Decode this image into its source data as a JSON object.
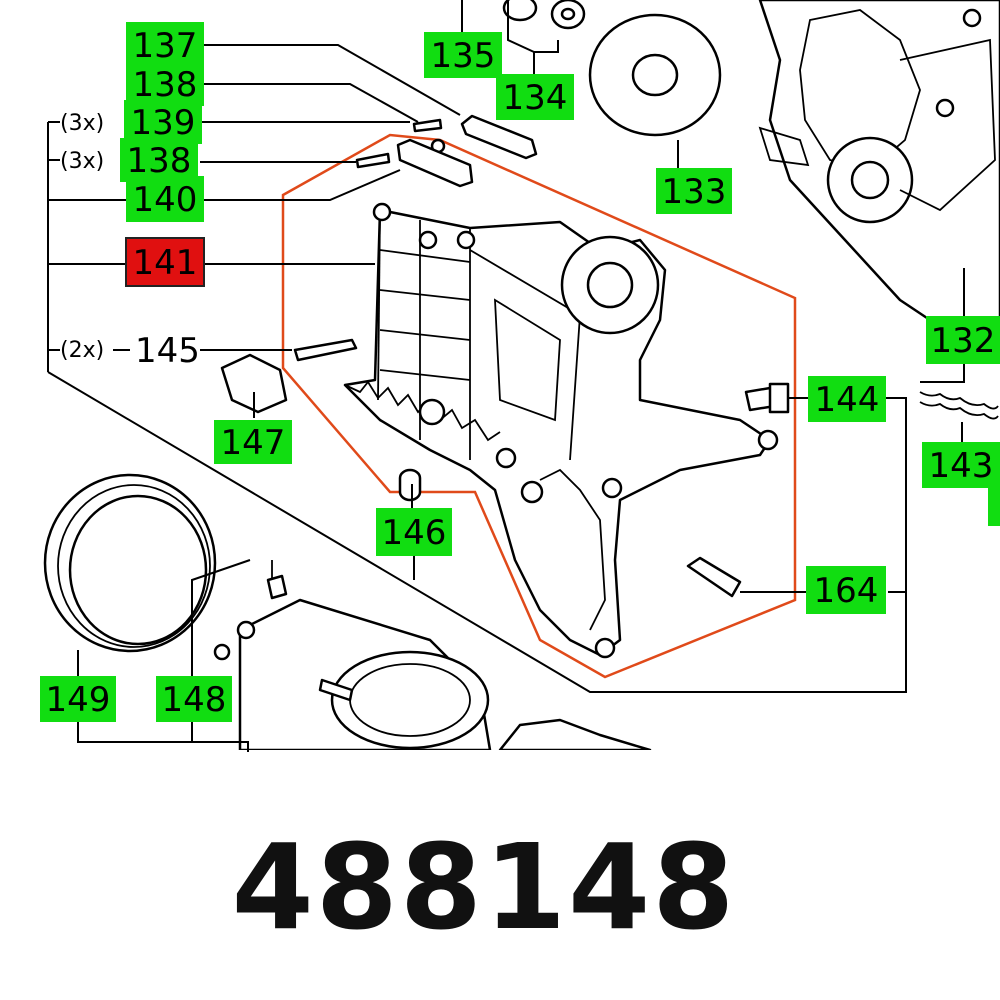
{
  "callouts": [
    {
      "id": "137",
      "text": "137",
      "highlight": "green"
    },
    {
      "id": "138a",
      "text": "138",
      "highlight": "green"
    },
    {
      "id": "139",
      "text": "139",
      "highlight": "green"
    },
    {
      "id": "138b",
      "text": "138",
      "highlight": "green"
    },
    {
      "id": "140",
      "text": "140",
      "highlight": "green"
    },
    {
      "id": "141",
      "text": "141",
      "highlight": "red"
    },
    {
      "id": "145",
      "text": "145",
      "highlight": "none"
    },
    {
      "id": "147",
      "text": "147",
      "highlight": "green"
    },
    {
      "id": "135",
      "text": "135",
      "highlight": "green"
    },
    {
      "id": "134",
      "text": "134",
      "highlight": "green"
    },
    {
      "id": "133",
      "text": "133",
      "highlight": "green"
    },
    {
      "id": "132",
      "text": "132",
      "highlight": "green"
    },
    {
      "id": "144",
      "text": "144",
      "highlight": "green"
    },
    {
      "id": "143",
      "text": "143",
      "highlight": "green"
    },
    {
      "id": "146",
      "text": "146",
      "highlight": "green"
    },
    {
      "id": "164",
      "text": "164",
      "highlight": "green"
    },
    {
      "id": "149",
      "text": "149",
      "highlight": "green"
    },
    {
      "id": "148",
      "text": "148",
      "highlight": "green"
    }
  ],
  "quantity_notes": {
    "q139": "(3x)",
    "q138": "(3x)",
    "q145": "(2x)"
  },
  "part_number": "488148",
  "colors": {
    "green": "#11dd11",
    "red": "#e01010",
    "outline": "#e04a1a"
  }
}
